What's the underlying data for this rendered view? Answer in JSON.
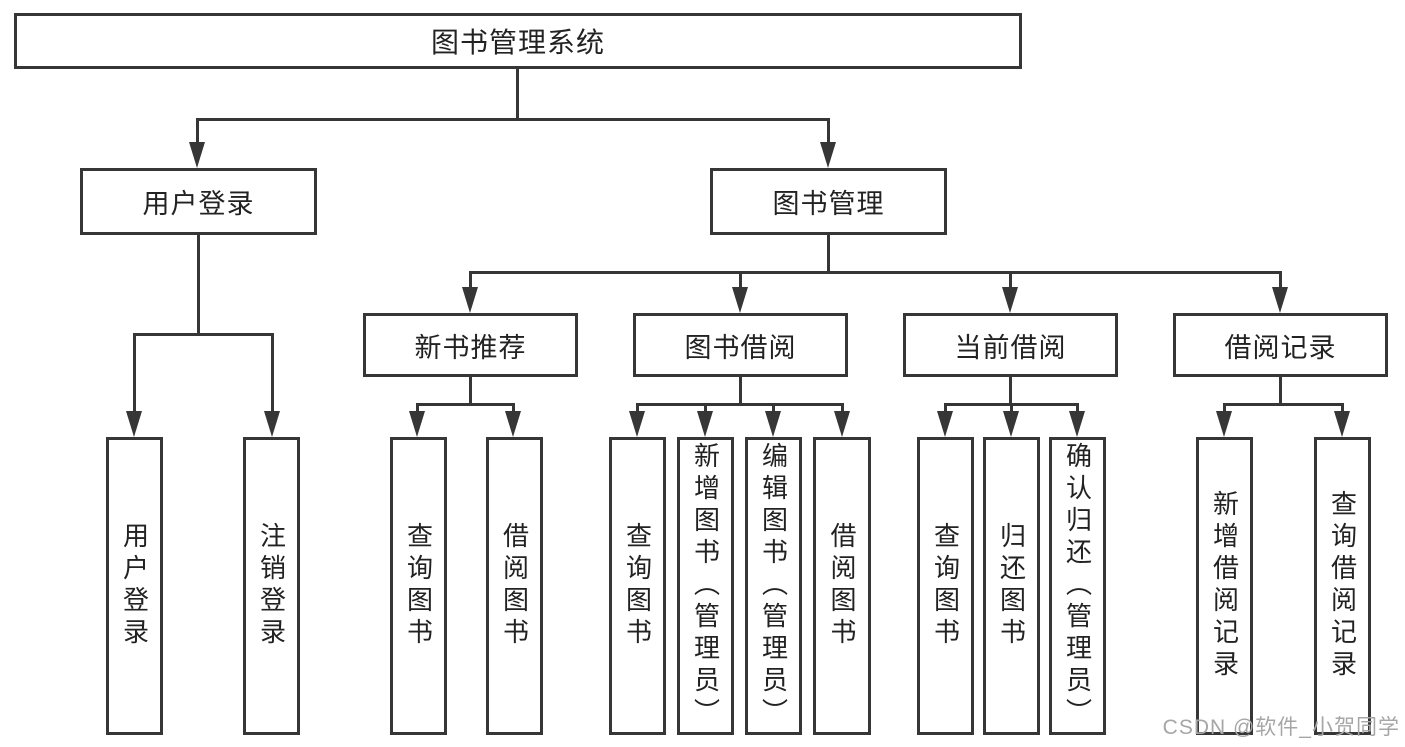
{
  "diagram": {
    "root": "图书管理系统",
    "level2": {
      "user_login": "用户登录",
      "book_mgmt": "图书管理"
    },
    "level3": {
      "new_book": "新书推荐",
      "borrow": "图书借阅",
      "current": "当前借阅",
      "records": "借阅记录"
    },
    "leaves": {
      "user_login": [
        "用户登录",
        "注销登录"
      ],
      "new_book": [
        "查询图书",
        "借阅图书"
      ],
      "borrow": [
        "查询图书",
        "新增图书（管理员）",
        "编辑图书（管理员）",
        "借阅图书"
      ],
      "current": [
        "查询图书",
        "归还图书",
        "确认归还（管理员）"
      ],
      "records": [
        "新增借阅记录",
        "查询借阅记录"
      ]
    }
  },
  "watermark": "CSDN @软件_小贺同学",
  "colors": {
    "line": "#363636",
    "text": "#222222",
    "watermark": "#a6a6a6",
    "background": "#ffffff"
  }
}
